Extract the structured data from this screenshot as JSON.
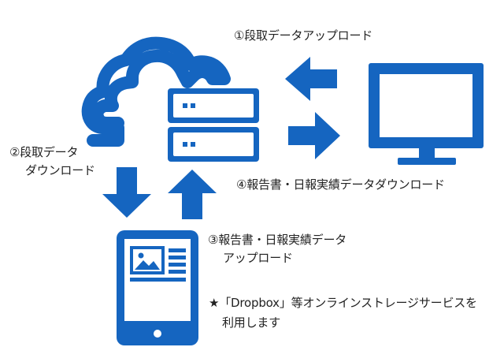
{
  "colors": {
    "primary": "#1565c0",
    "text": "#222222",
    "background": "#ffffff"
  },
  "icons": {
    "cloud": "cloud-icon",
    "server": "server-icon",
    "monitor": "monitor-icon",
    "tablet": "tablet-icon"
  },
  "steps": {
    "step1": {
      "line1": "①段取データアップロード"
    },
    "step2": {
      "line1": "②段取データ",
      "line2": "ダウンロード"
    },
    "step3": {
      "line1": "③報告書・日報実績データ",
      "line2": "アップロード"
    },
    "step4": {
      "line1": "④報告書・日報実績データダウンロード"
    }
  },
  "note": {
    "line1": "★「Dropbox」等オンラインストレージサービスを",
    "line2": "利用します"
  }
}
